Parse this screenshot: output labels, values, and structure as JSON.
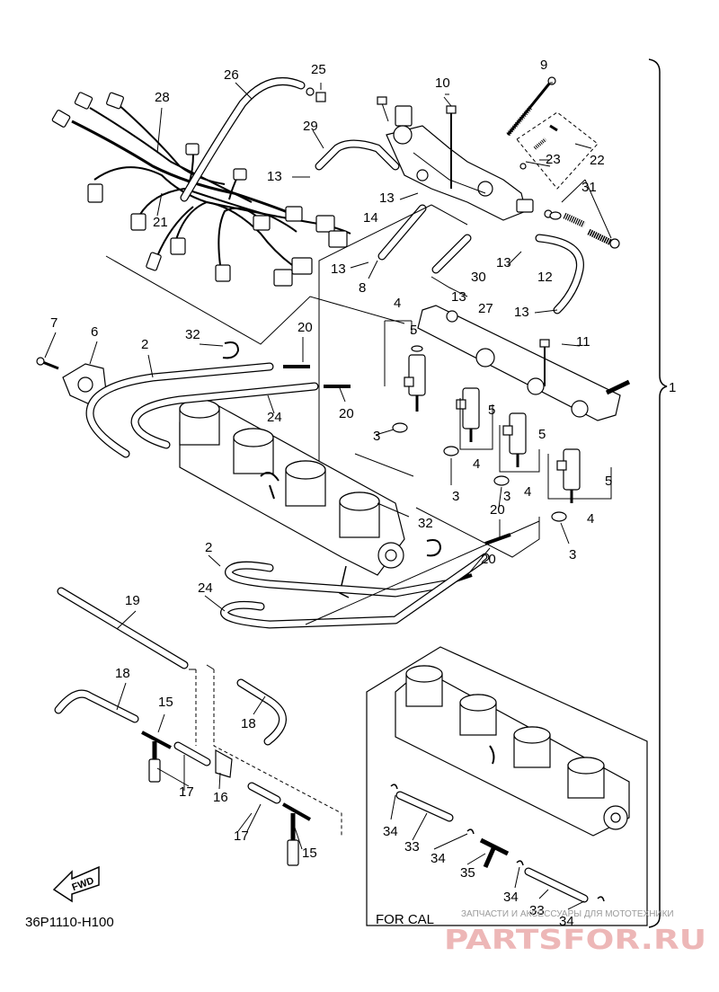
{
  "diagram_code": "36P1110-H100",
  "inset_label": "FOR CAL",
  "fwd_label": "FWD",
  "watermark": {
    "subtitle": "ЗАПЧАСТИ И АКСЕССУАРЫ ДЛЯ МОТОТЕХНИКИ",
    "brand": "PARTSFOR.RU"
  },
  "callouts": {
    "c1": "1",
    "c2a": "2",
    "c2b": "2",
    "c3a": "3",
    "c3b": "3",
    "c3c": "3",
    "c3d": "3",
    "c4a": "4",
    "c4b": "4",
    "c4c": "4",
    "c4d": "4",
    "c5a": "5",
    "c5b": "5",
    "c5c": "5",
    "c5d": "5",
    "c6": "6",
    "c7": "7",
    "c8": "8",
    "c9": "9",
    "c10": "10",
    "c11": "11",
    "c12": "12",
    "c13a": "13",
    "c13b": "13",
    "c13c": "13",
    "c13d": "13",
    "c13e": "13",
    "c13f": "13",
    "c14": "14",
    "c15a": "15",
    "c15b": "15",
    "c16": "16",
    "c17a": "17",
    "c17b": "17",
    "c18a": "18",
    "c18b": "18",
    "c19": "19",
    "c20a": "20",
    "c20b": "20",
    "c20c": "20",
    "c20d": "20",
    "c21": "21",
    "c22": "22",
    "c23": "23",
    "c24a": "24",
    "c24b": "24",
    "c25": "25",
    "c26": "26",
    "c27": "27",
    "c28": "28",
    "c29": "29",
    "c30": "30",
    "c31": "31",
    "c32a": "32",
    "c32b": "32",
    "c33a": "33",
    "c33b": "33",
    "c34a": "34",
    "c34b": "34",
    "c34c": "34",
    "c34d": "34",
    "c35": "35"
  }
}
